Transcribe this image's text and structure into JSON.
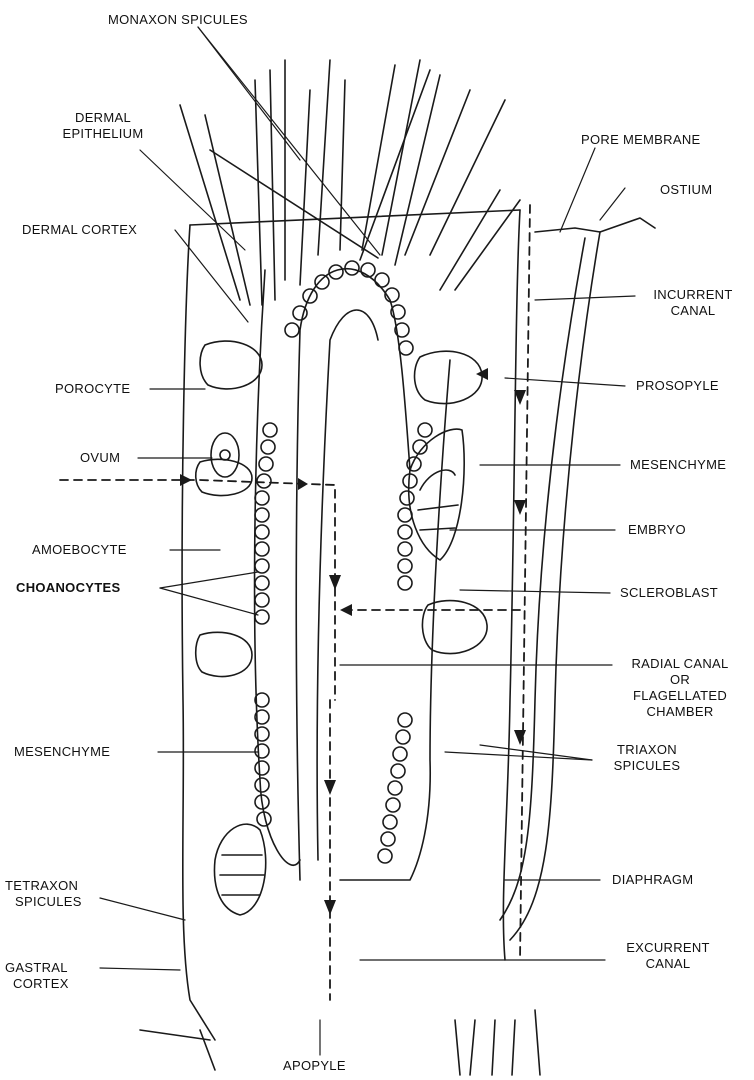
{
  "labels": {
    "monaxon": "MONAXON SPICULES",
    "dermal_epithelium": [
      "DERMAL",
      "EPITHELIUM"
    ],
    "dermal_cortex": "DERMAL CORTEX",
    "porocyte": "POROCYTE",
    "ovum": "OVUM",
    "amoebocyte": "AMOEBOCYTE",
    "choanocytes": "CHOANOCYTES",
    "mesenchyme_left": "MESENCHYME",
    "tetraxon": [
      "TETRAXON",
      "SPICULES"
    ],
    "gastral_cortex": [
      "GASTRAL",
      "CORTEX"
    ],
    "apopyle": "APOPYLE",
    "pore_membrane": "PORE MEMBRANE",
    "ostium": "OSTIUM",
    "incurrent_canal": [
      "INCURRENT",
      "CANAL"
    ],
    "prosopyle": "PROSOPYLE",
    "mesenchyme_right": "MESENCHYME",
    "embryo": "EMBRYO",
    "scleroblast": "SCLEROBLAST",
    "radial_canal": [
      "RADIAL CANAL",
      "OR",
      "FLAGELLATED",
      "CHAMBER"
    ],
    "triaxon": [
      "TRIAXON",
      "SPICULES"
    ],
    "diaphragm": "DIAPHRAGM",
    "excurrent_canal": [
      "EXCURRENT",
      "CANAL"
    ]
  }
}
